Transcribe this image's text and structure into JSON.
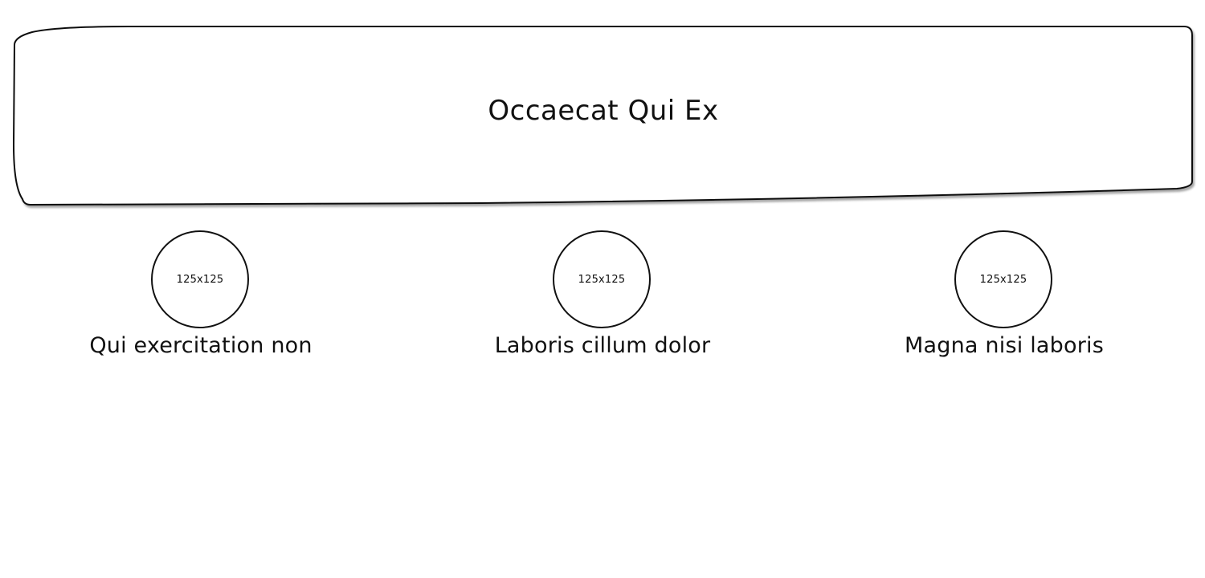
{
  "banner": {
    "title": "Occaecat Qui Ex"
  },
  "features": [
    {
      "image_label": "125x125",
      "caption": "Qui exercitation non"
    },
    {
      "image_label": "125x125",
      "caption": "Laboris cillum dolor"
    },
    {
      "image_label": "125x125",
      "caption": "Magna nisi laboris"
    }
  ]
}
